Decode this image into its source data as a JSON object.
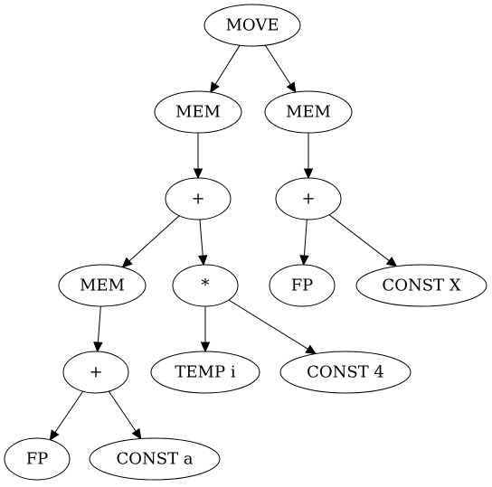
{
  "diagram": {
    "nodes": [
      {
        "id": "move",
        "label": "MOVE"
      },
      {
        "id": "mem_l",
        "label": "MEM"
      },
      {
        "id": "mem_r",
        "label": "MEM"
      },
      {
        "id": "plus_l",
        "label": "+"
      },
      {
        "id": "plus_r",
        "label": "+"
      },
      {
        "id": "mem_ll",
        "label": "MEM"
      },
      {
        "id": "times",
        "label": "*"
      },
      {
        "id": "fp_r",
        "label": "FP"
      },
      {
        "id": "const_x",
        "label": "CONST X"
      },
      {
        "id": "plus_ll",
        "label": "+"
      },
      {
        "id": "temp_i",
        "label": "TEMP i"
      },
      {
        "id": "const_4",
        "label": "CONST 4"
      },
      {
        "id": "fp_l",
        "label": "FP"
      },
      {
        "id": "const_a",
        "label": "CONST a"
      }
    ],
    "edges": [
      {
        "from": "move",
        "to": "mem_l"
      },
      {
        "from": "move",
        "to": "mem_r"
      },
      {
        "from": "mem_l",
        "to": "plus_l"
      },
      {
        "from": "mem_r",
        "to": "plus_r"
      },
      {
        "from": "plus_l",
        "to": "mem_ll"
      },
      {
        "from": "plus_l",
        "to": "times"
      },
      {
        "from": "plus_r",
        "to": "fp_r"
      },
      {
        "from": "plus_r",
        "to": "const_x"
      },
      {
        "from": "mem_ll",
        "to": "plus_ll"
      },
      {
        "from": "times",
        "to": "temp_i"
      },
      {
        "from": "times",
        "to": "const_4"
      },
      {
        "from": "plus_ll",
        "to": "fp_l"
      },
      {
        "from": "plus_ll",
        "to": "const_a"
      }
    ]
  }
}
